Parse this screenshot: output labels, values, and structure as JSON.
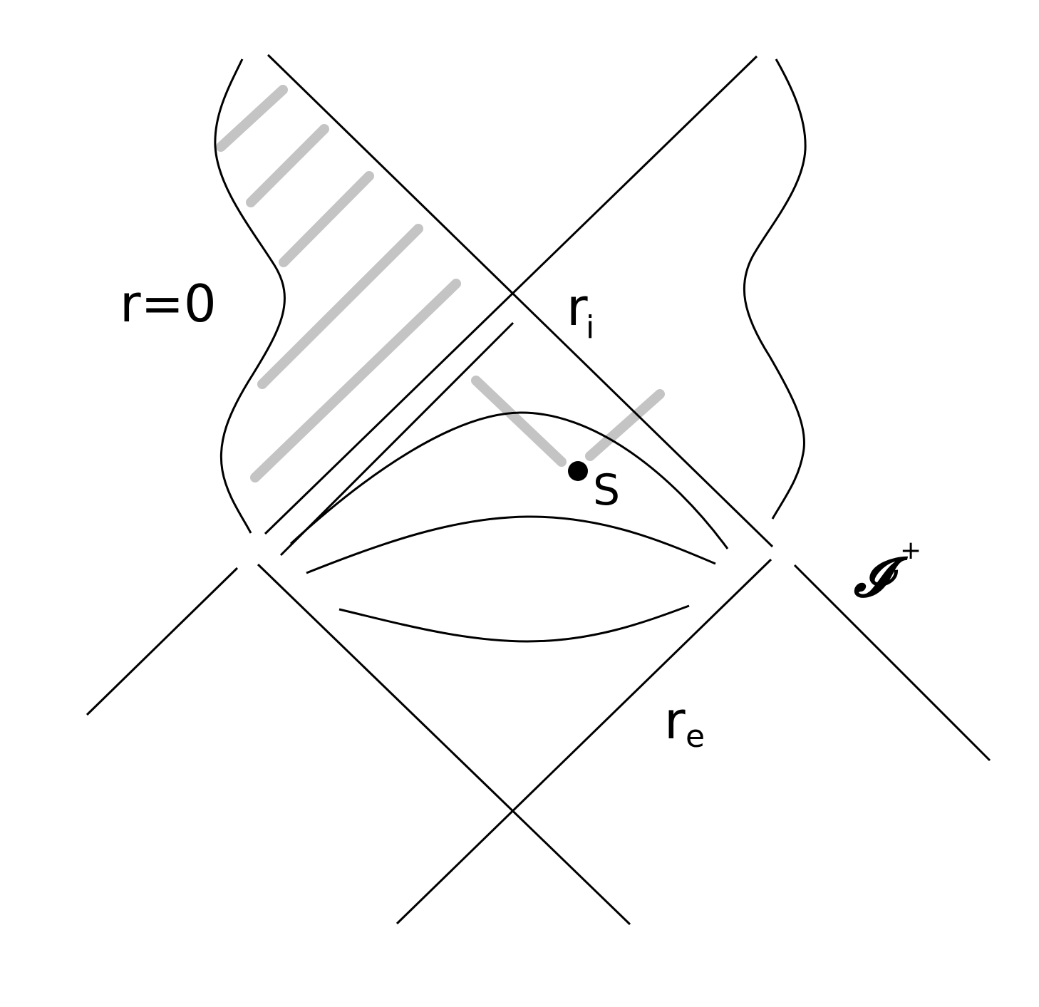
{
  "labels": {
    "r_zero": "r=0",
    "r_i_main": "r",
    "r_i_sub": "i",
    "r_e_main": "r",
    "r_e_sub": "e",
    "point_s": "S",
    "scri_symbol": "𝓘",
    "scri_sup": "+"
  },
  "colors": {
    "lines": "#000000",
    "hatching": "#c4c4c4",
    "background": "#ffffff"
  }
}
